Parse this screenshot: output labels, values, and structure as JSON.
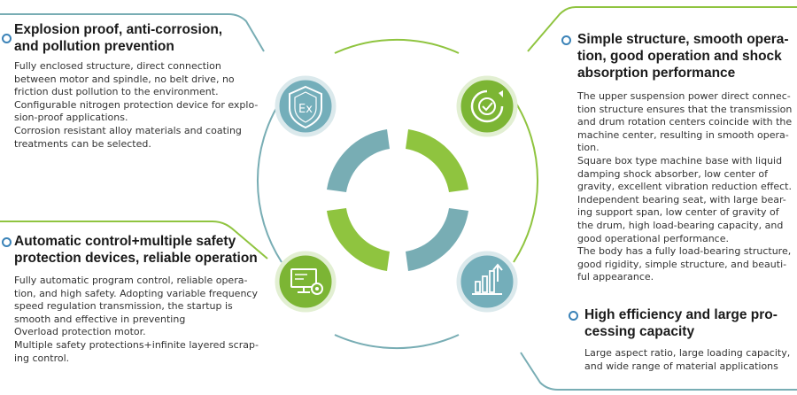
{
  "colors": {
    "teal": "#78adb4",
    "green": "#8fc43f",
    "bullet": "#3b83b8",
    "icon_bg_teal": "#74aeba",
    "icon_bg_green": "#7cb534"
  },
  "sections": {
    "top_left": {
      "title": "Explosion proof, anti-corrosion, and pollution prevention",
      "lines": [
        "Fully enclosed structure, direct connection",
        "between motor and spindle, no belt drive, no",
        "friction dust pollution to the environment.",
        "Configurable nitrogen protection device for explo-",
        "sion-proof applications.",
        "Corrosion resistant alloy materials and coating",
        "treatments can be selected."
      ],
      "icon": "explosion-proof-shield-icon"
    },
    "top_right": {
      "title": "Simple structure, smooth opera- tion, good operation and shock absorption performance",
      "lines": [
        "The upper suspension power direct connec-",
        "tion structure ensures that the transmission",
        "and drum rotation centers coincide with the",
        "machine center, resulting in smooth opera-",
        "tion.",
        "Square box type machine base with liquid",
        "damping shock absorber, low center of",
        "gravity, excellent vibration reduction effect.",
        "Independent bearing seat, with large bear-",
        "ing support span, low center of gravity of",
        "the drum, high load-bearing capacity, and",
        "good operational performance.",
        "The body has a fully load-bearing structure,",
        "good rigidity, simple structure, and beauti-",
        "ful appearance."
      ],
      "icon": "rotation-check-icon"
    },
    "bottom_left": {
      "title": "Automatic control+multiple safety protection devices, reliable operation",
      "lines": [
        "Fully automatic program control, reliable opera-",
        "tion, and high safety. Adopting variable frequency",
        "speed regulation transmission, the startup is",
        "smooth and effective in preventing",
        "Overload protection motor.",
        "Multiple safety protections+infinite layered scrap-",
        "ing control."
      ],
      "icon": "monitor-gear-icon"
    },
    "bottom_right": {
      "title": "High efficiency and large pro- cessing capacity",
      "lines": [
        "Large aspect ratio, large loading capacity,",
        "and wide range of material applications"
      ],
      "icon": "growth-chart-icon"
    }
  }
}
